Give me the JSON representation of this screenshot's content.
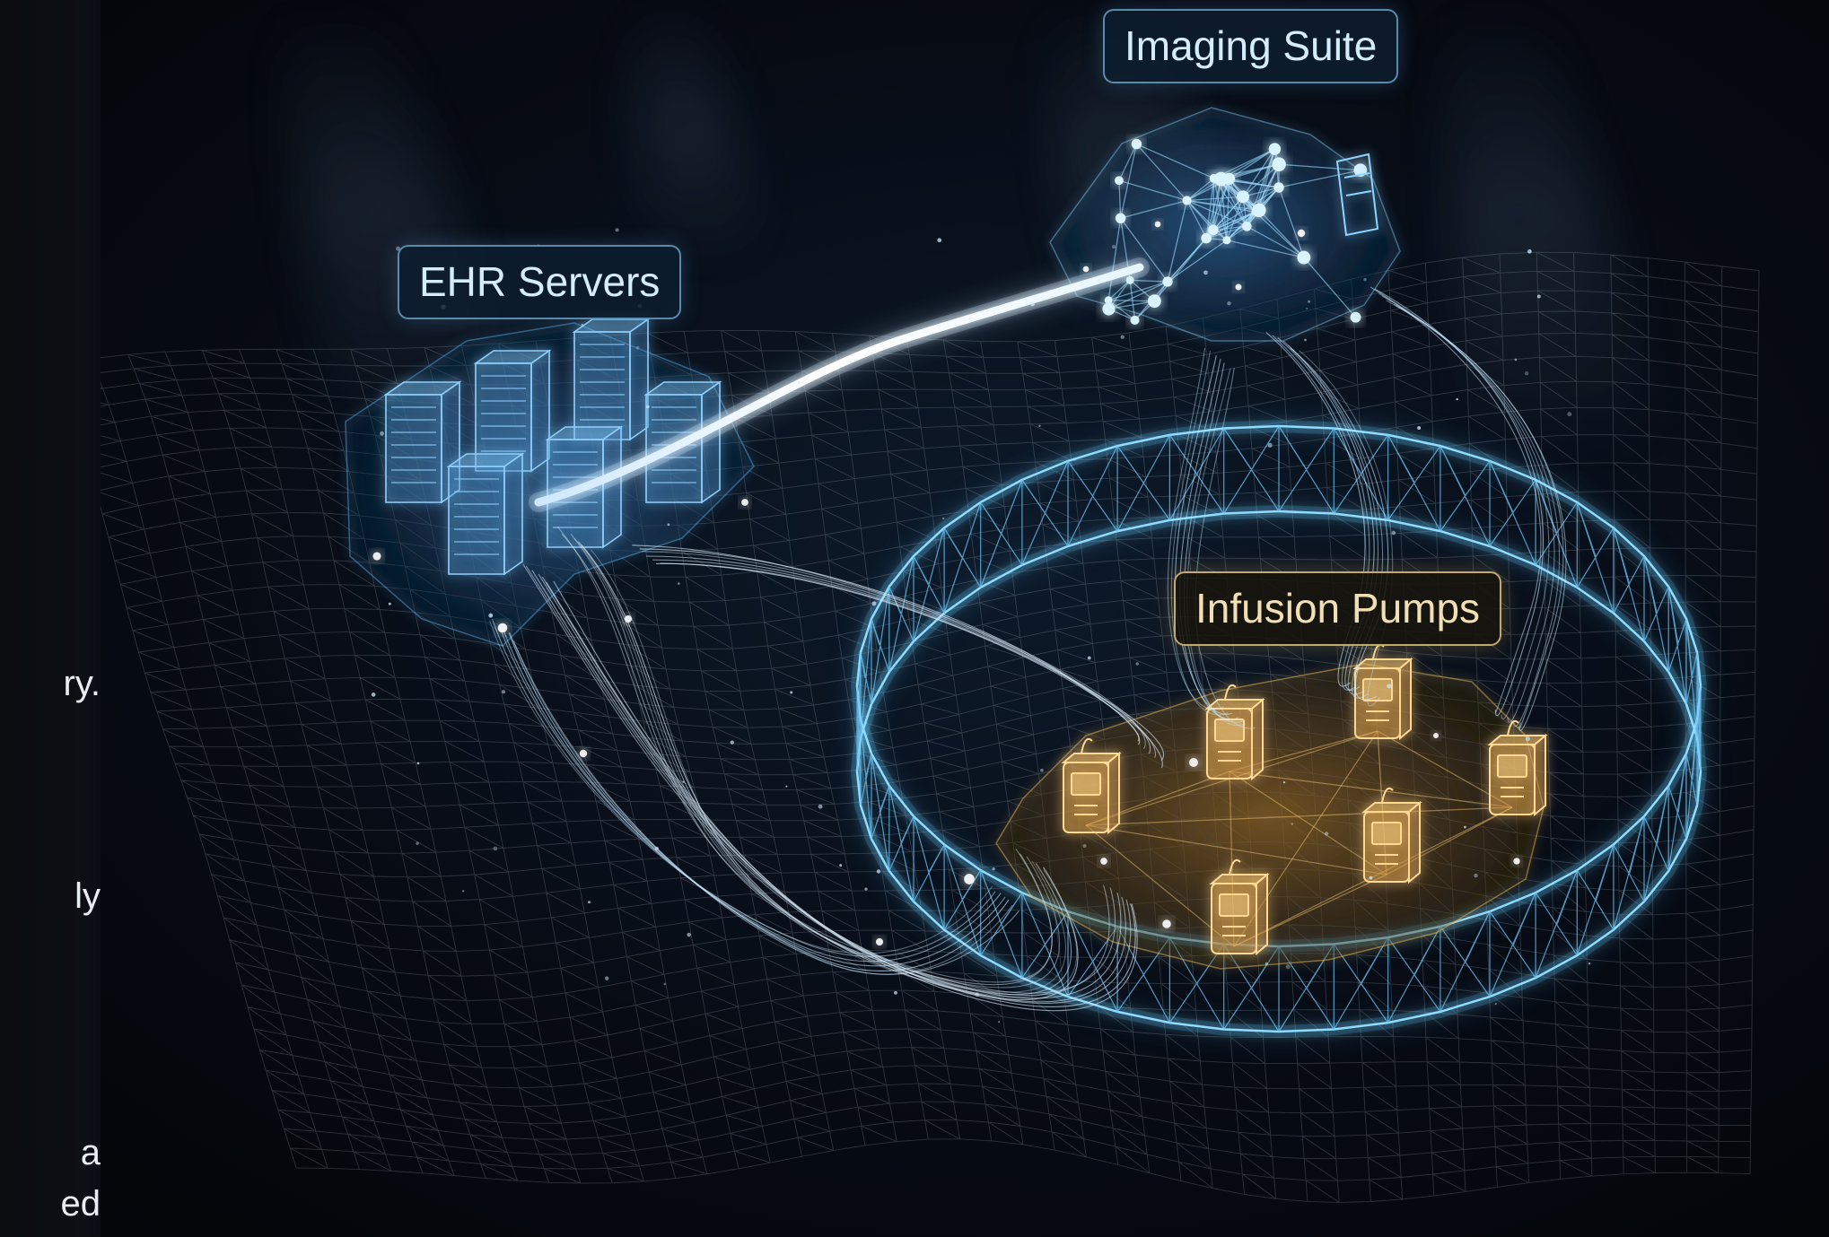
{
  "scene": {
    "labels": {
      "ehr": "EHR Servers",
      "imaging": "Imaging Suite",
      "pumps": "Infusion Pumps"
    },
    "text_fragments": [
      "ry.",
      "ly",
      "a",
      "ed"
    ],
    "colors": {
      "background": "#05070c",
      "mesh": "#b7c3cf",
      "cyan_glow": "#4fc3f7",
      "gold_glow": "#f2b54a",
      "link_white": "#ffffff"
    },
    "icons": {
      "servers": "server-rack-icon",
      "pumps": "infusion-pump-icon"
    }
  }
}
